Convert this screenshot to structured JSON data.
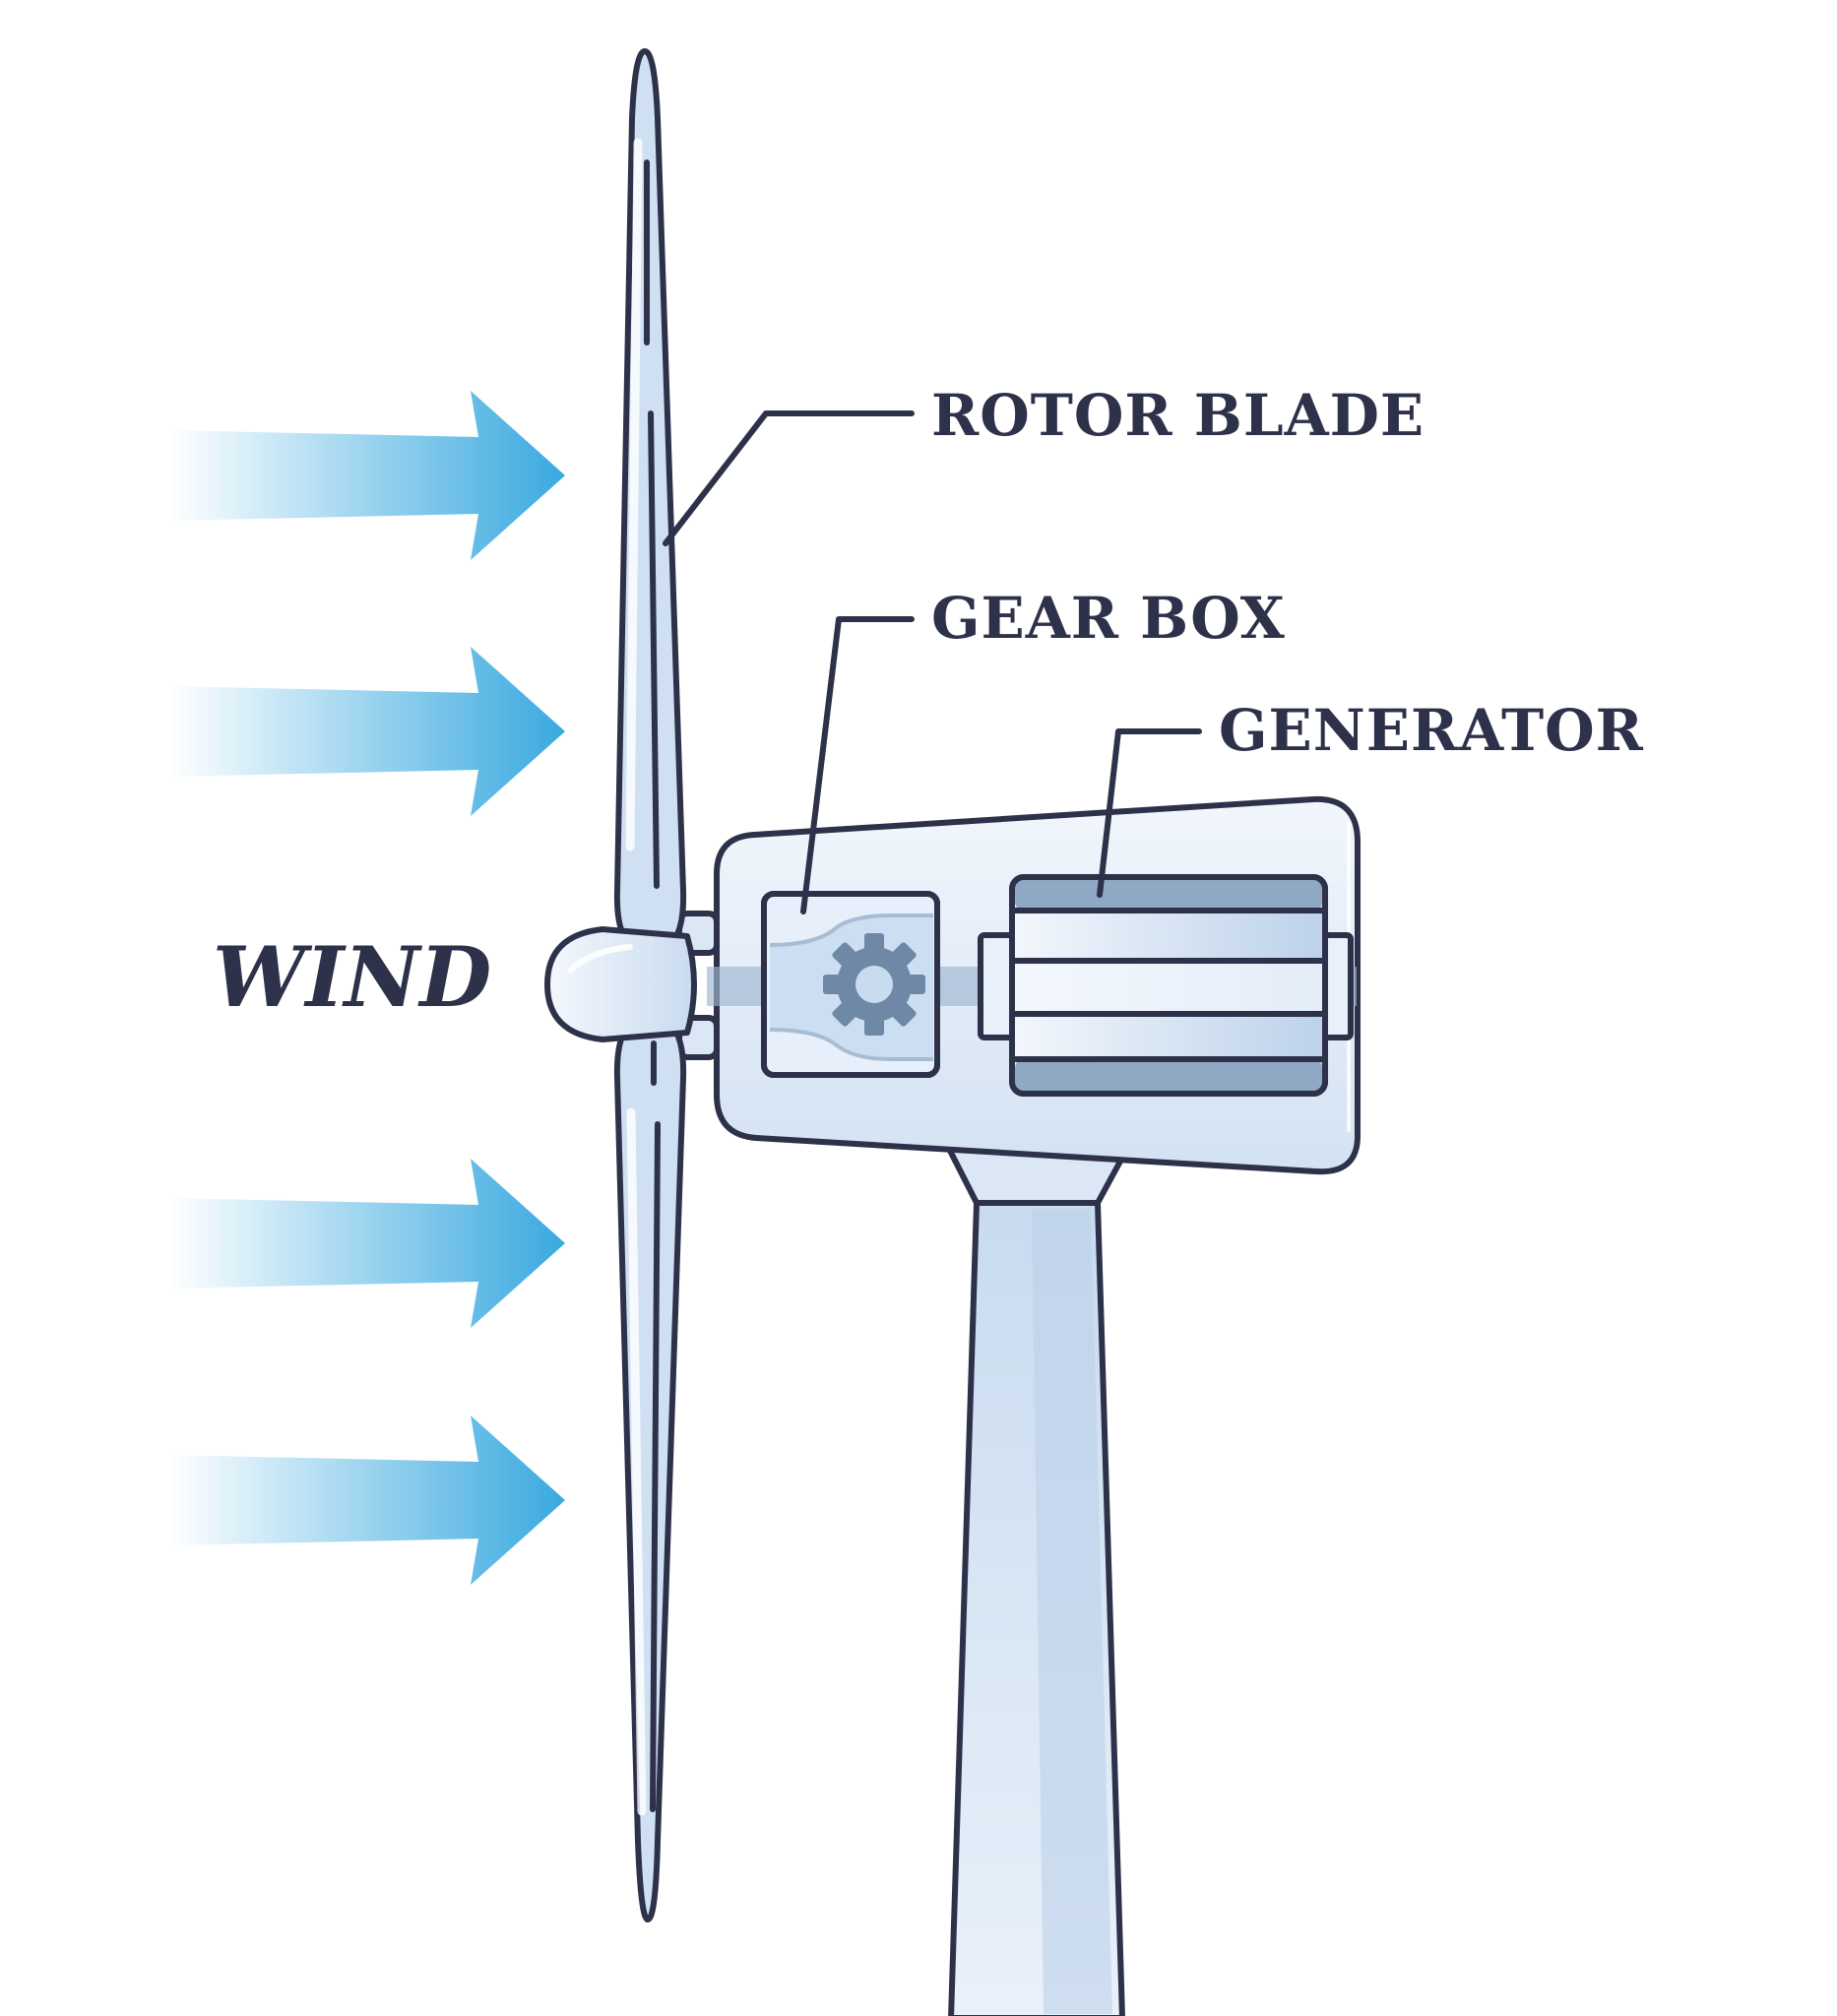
{
  "labels": {
    "rotor_blade": "ROTOR BLADE",
    "gear_box": "GEAR BOX",
    "generator": "GENERATOR",
    "wind": "WIND"
  },
  "icons": {
    "wind_arrow": "wind-arrow-icon",
    "gear": "gear-icon"
  },
  "colors": {
    "outline": "#2d3149",
    "wind_arrow": "#39a9df",
    "turbine_light": "#e8f0fa",
    "turbine_mid": "#c5d9ee",
    "generator_dark": "#8fa8c4",
    "gear": "#6f88a6"
  }
}
